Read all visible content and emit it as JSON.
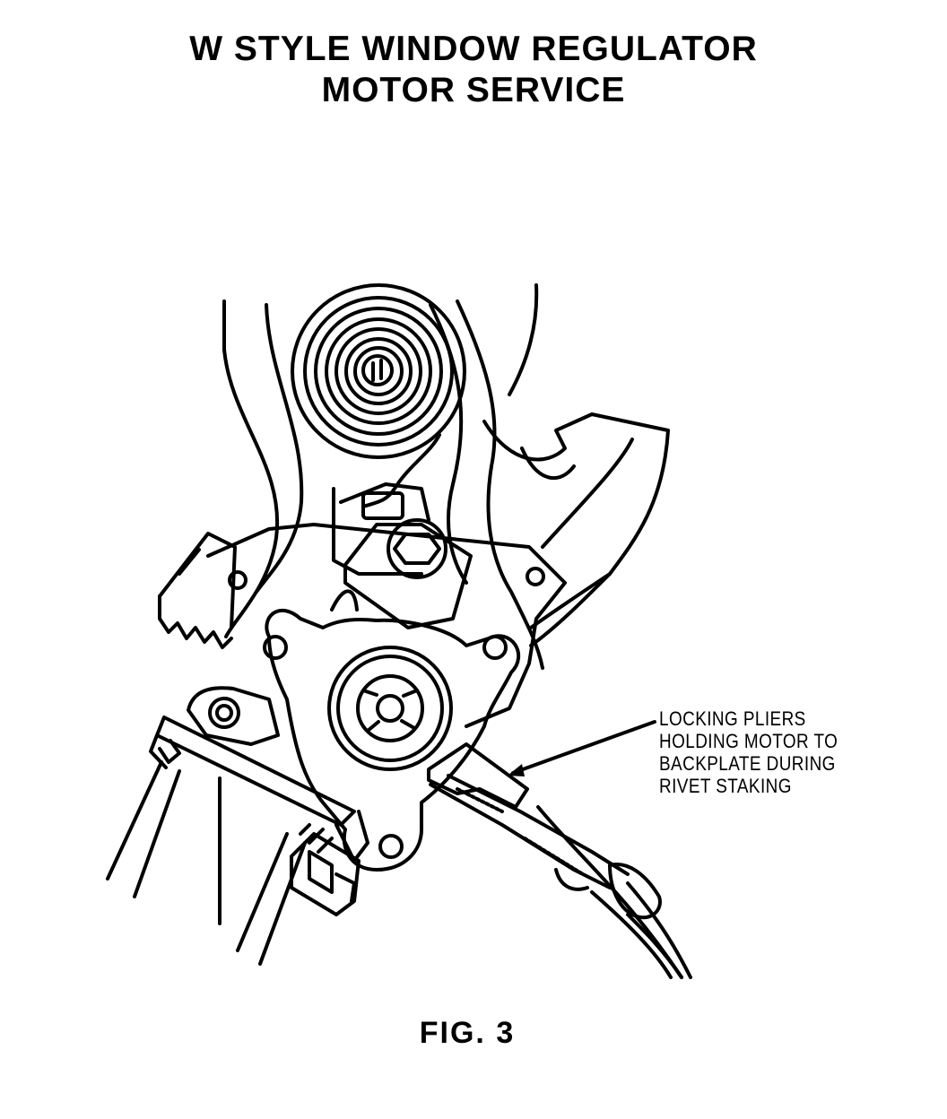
{
  "title": {
    "line1": "W STYLE WINDOW REGULATOR",
    "line2": "MOTOR SERVICE"
  },
  "callout": {
    "line1": "LOCKING PLIERS",
    "line2": "HOLDING MOTOR TO",
    "line3": "BACKPLATE DURING",
    "line4": "RIVET STAKING"
  },
  "caption": "FIG. 3"
}
